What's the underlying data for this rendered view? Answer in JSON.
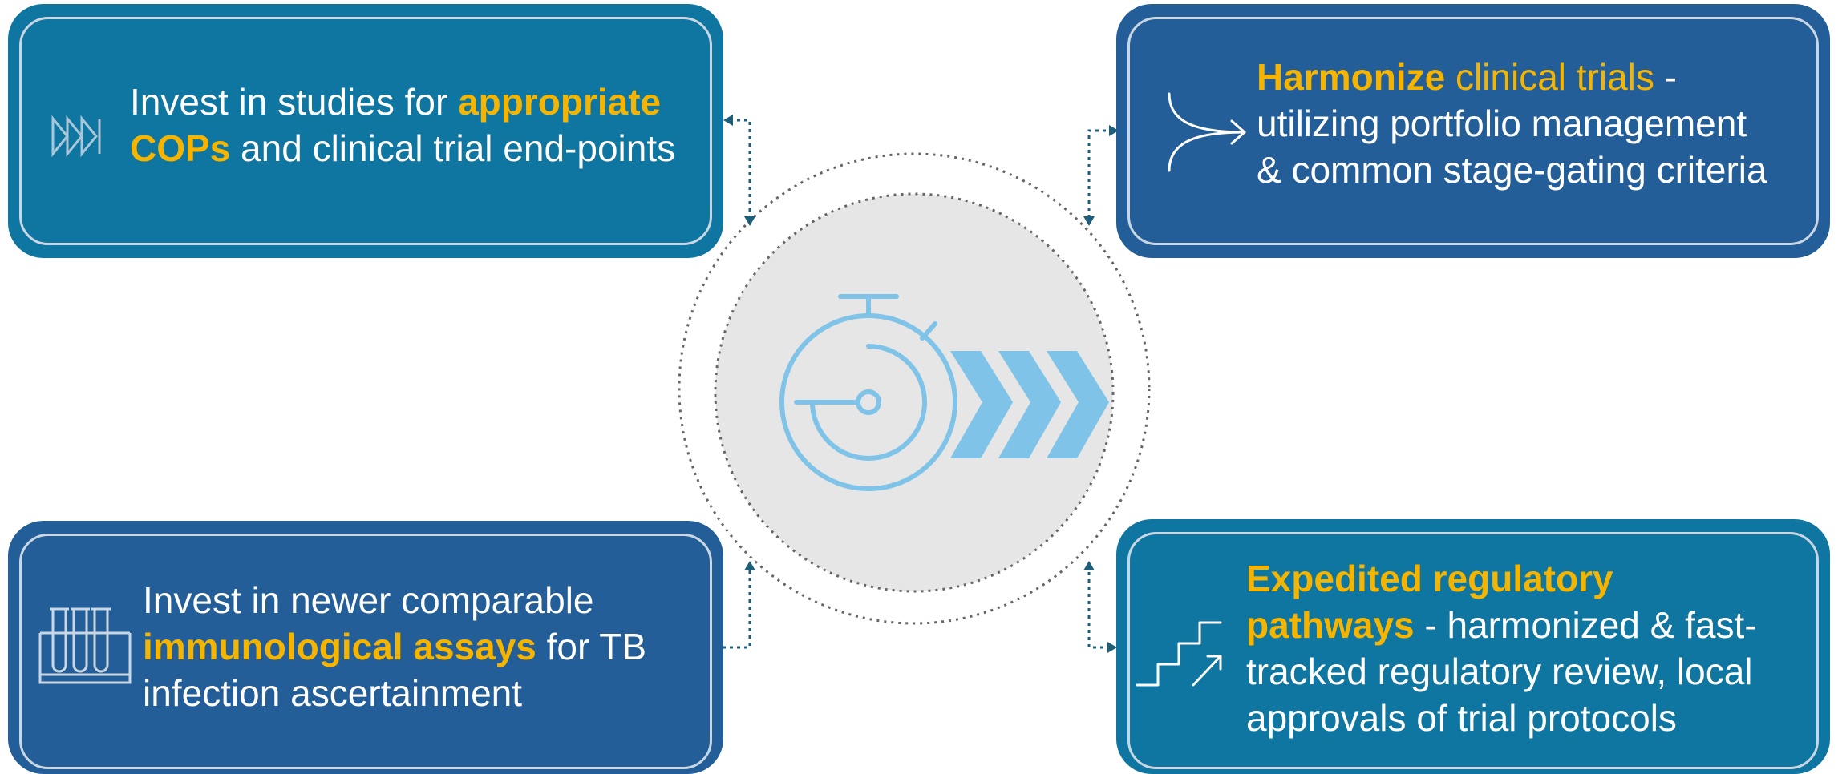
{
  "cards": {
    "top_left": {
      "icon": "fast-forward-icon",
      "line1_prefix": "Invest in studies for ",
      "line1_highlight": "appropriate",
      "line2_highlight": "COPs",
      "line2_rest": " and clinical trial end-points"
    },
    "top_right": {
      "icon": "merge-arrow-icon",
      "highlight_bold": "Harmonize",
      "highlight_regular": " clinical trials",
      "line1_rest": " -",
      "line2": "utilizing portfolio management",
      "line3": "& common stage-gating criteria"
    },
    "bottom_left": {
      "icon": "test-tubes-icon",
      "line1": "Invest in newer comparable",
      "line2_highlight": "immunological assays",
      "line2_rest": " for TB",
      "line3": "infection ascertainment"
    },
    "bottom_right": {
      "icon": "stairs-up-icon",
      "line1_highlight": "Expedited regulatory",
      "line2_highlight": "pathways",
      "line2_rest": " - harmonized & fast-",
      "line3": "tracked regulatory review, local",
      "line4": "approvals of trial protocols"
    }
  },
  "center": {
    "icon": "stopwatch-speed-icon"
  },
  "colors": {
    "teal": "#0e76a0",
    "navy": "#235e98",
    "highlight": "#f5b400",
    "icon_blue": "#7fc4e8",
    "center_fill": "#e6e6e6"
  }
}
